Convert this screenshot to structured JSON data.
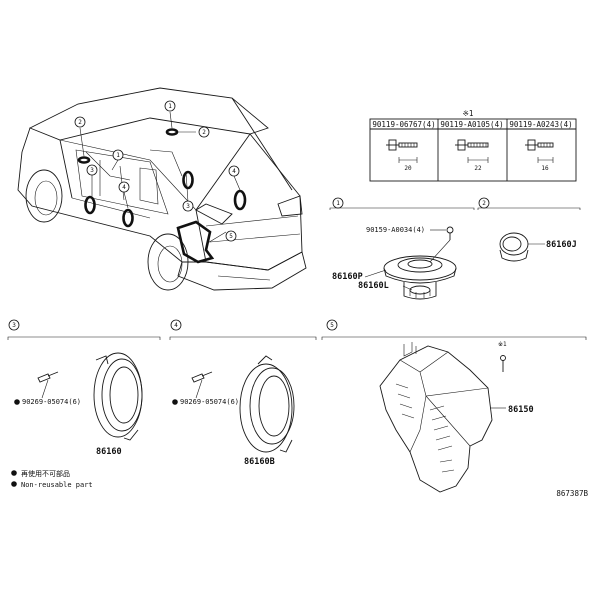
{
  "callouts": {
    "c1": "1",
    "c2": "2",
    "c3": "3",
    "c4": "4",
    "c5": "5"
  },
  "fastener_table": {
    "note": "※1",
    "headers": [
      "90119-06767(4)",
      "90119-A0105(4)",
      "90119-A0243(4)"
    ],
    "lengths": [
      "20",
      "22",
      "16"
    ]
  },
  "parts": {
    "screw_1": "90159-A0034(4)",
    "tweeter_holder": "86160P",
    "tweeter_left": "86160L",
    "tweeter_j": "86160J",
    "screw_3": "90269-05074(6)",
    "speaker_front": "86160",
    "screw_4": "90269-05074(6)",
    "speaker_rear": "86160B",
    "amplifier_note": "※1",
    "amplifier": "86150"
  },
  "legend": {
    "japanese": "再使用不可部品",
    "english": "Non-reusable part"
  },
  "figure_id": "867387B"
}
